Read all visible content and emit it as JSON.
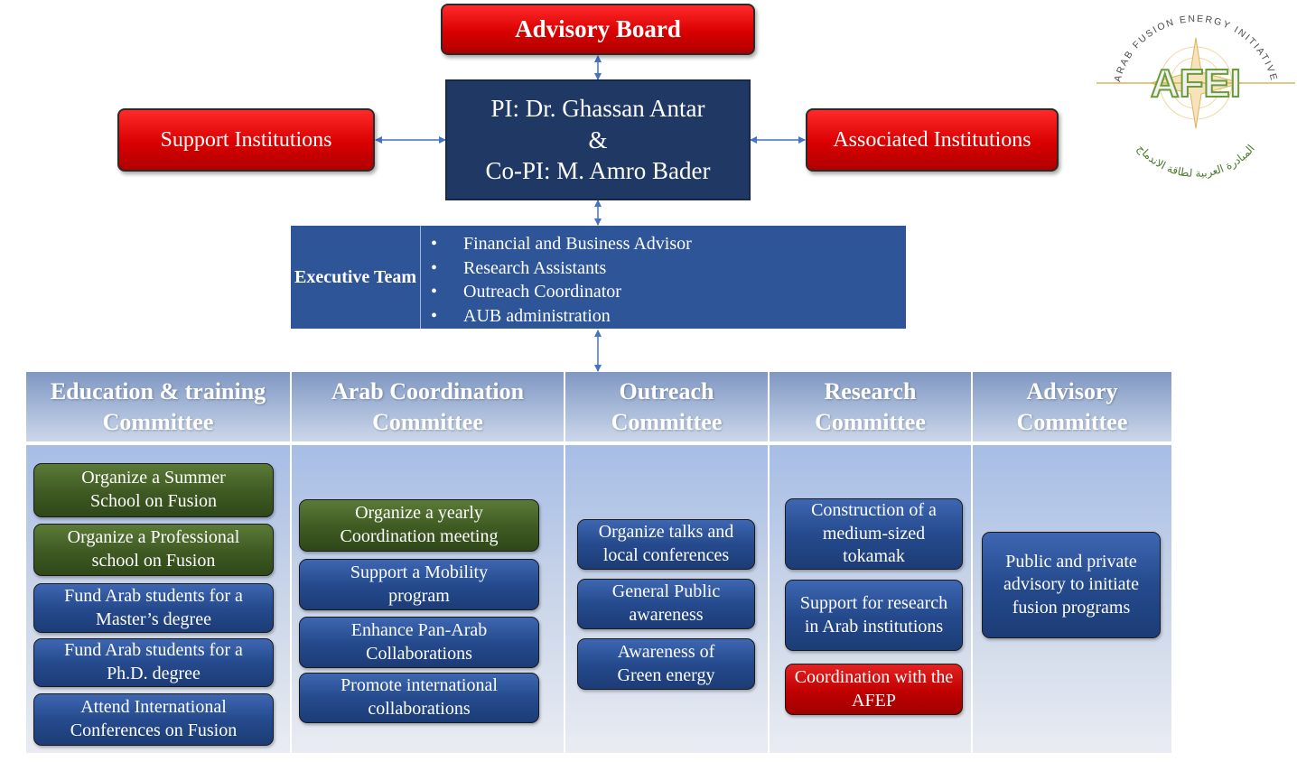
{
  "top": {
    "advisory_board": "Advisory Board",
    "pi_line1": "PI: Dr. Ghassan Antar",
    "pi_line2": "&",
    "pi_line3": "Co-PI: M. Amro Bader",
    "support": "Support Institutions",
    "associated": "Associated Institutions"
  },
  "executive": {
    "title": "Executive Team",
    "items": [
      "Financial and Business Advisor",
      "Research Assistants",
      "Outreach Coordinator",
      "AUB administration"
    ]
  },
  "columns": [
    {
      "title": "Education  & training Committee",
      "items": [
        "Organize a Summer School on Fusion",
        "Organize a Professional school on Fusion",
        "Fund Arab students for a Master’s degree",
        "Fund Arab students for a Ph.D. degree",
        "Attend International Conferences on Fusion"
      ]
    },
    {
      "title": "Arab Coordination Committee",
      "items": [
        "Organize a yearly Coordination meeting",
        "Support a Mobility program",
        "Enhance Pan-Arab Collaborations",
        "Promote international collaborations"
      ]
    },
    {
      "title": "Outreach Committee",
      "items": [
        "Organize talks and local conferences",
        "General Public awareness",
        "Awareness of Green energy"
      ]
    },
    {
      "title": "Research Committee",
      "items": [
        "Construction of a medium-sized tokamak",
        "Support for research in Arab institutions",
        "Coordination with the AFEP"
      ]
    },
    {
      "title": "Advisory Committee",
      "items": [
        "Public and private advisory to initiate fusion programs"
      ]
    }
  ],
  "logo": {
    "acronym": "AFEI",
    "ring_text": "ARAB FUSION ENERGY INITIATIVE",
    "arabic_text": "المبادرة العربية لطاقة الاندماج"
  },
  "colors": {
    "red": "#d90000",
    "navy": "#1f3864",
    "exec_blue": "#2e5597",
    "item_blue": "#254a8d",
    "item_green": "#3e5a22",
    "connector": "#4472c4"
  }
}
